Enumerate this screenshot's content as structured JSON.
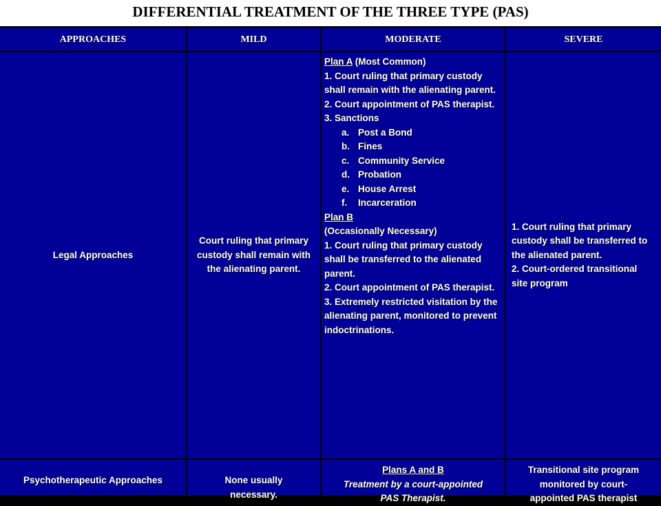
{
  "title": "DIFFERENTIAL TREATMENT OF THE THREE TYPE (PAS)",
  "headers": [
    "APPROACHES",
    "MILD",
    "MODERATE",
    "SEVERE"
  ],
  "legal": {
    "approach": "Legal Approaches",
    "mild": "Court ruling that primary custody shall remain with the alienating parent.",
    "moderate": {
      "plan_a_title": "Plan A",
      "plan_a_note": "(Most Common)",
      "plan_a_items": [
        "1.  Court ruling that primary custody shall remain with the alienating parent.",
        "2.   Court appointment  of  PAS therapist.",
        "3.   Sanctions"
      ],
      "sanctions": [
        {
          "letter": "a.",
          "text": "Post a Bond"
        },
        {
          "letter": "b.",
          "text": "Fines"
        },
        {
          "letter": "c.",
          "text": "Community Service"
        },
        {
          "letter": "d.",
          "text": "Probation"
        },
        {
          "letter": "e.",
          "text": "House Arrest"
        },
        {
          "letter": "f.",
          "text": "Incarceration"
        }
      ],
      "plan_b_title": "Plan B",
      "plan_b_note": "(Occasionally Necessary)",
      "plan_b_items": [
        "1.  Court ruling that primary custody shall be transferred to the alienated parent.",
        "2.  Court appointment of PAS therapist.",
        "3.  Extremely restricted visitation by the alienating parent, monitored to prevent indoctrinations."
      ]
    },
    "severe": [
      "1.  Court ruling that primary custody shall be transferred to the alienated parent.",
      "2.  Court-ordered transitional site program"
    ]
  },
  "psycho": {
    "approach": "Psychotherapeutic Approaches",
    "mild": "None usually necessary.",
    "moderate_title": "Plans A and B",
    "moderate_text": "Treatment by a court-appointed PAS Therapist.",
    "severe": "Transitional site program monitored by court-appointed PAS therapist"
  },
  "colors": {
    "cell_bg": "#000099",
    "grid_lines": "#000000",
    "title_bg": "#ffffff",
    "text": "#ffffff"
  }
}
